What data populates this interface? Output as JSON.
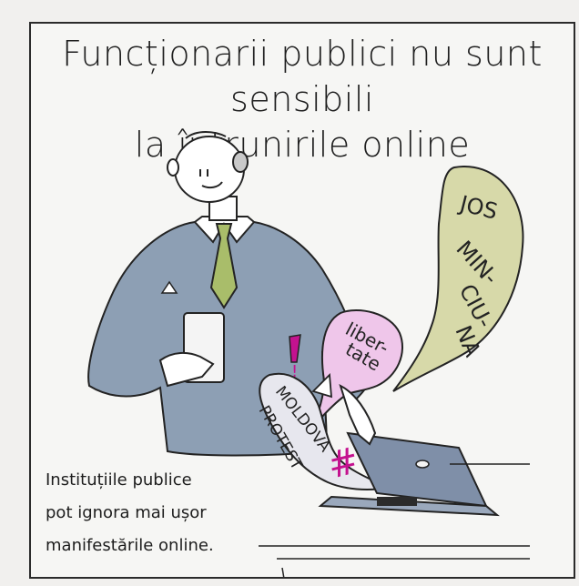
{
  "title": {
    "line1": "Funcționarii publici nu sunt sensibili",
    "line2": "la întrunirile online"
  },
  "bubbles": {
    "big": [
      "JOS",
      "MIN-",
      "CIU-",
      "NA"
    ],
    "pink": [
      "liber-",
      "tate"
    ],
    "white": [
      "MOLDOVA",
      "PROTEST"
    ],
    "hashtag": "#",
    "exclamation": "!"
  },
  "caption": {
    "line1": "Instituțiile publice",
    "line2": "pot ignora mai ușor",
    "line3": "manifestările online."
  },
  "colors": {
    "suit": "#8d9fb4",
    "tie": "#a9bd6a",
    "green_bubble": "#d7d9a9",
    "pink_bubble": "#efc6ea",
    "white_bubble": "#e7e7ee",
    "magenta": "#c4128f",
    "laptop": "#7f8fa8",
    "ink": "#232323"
  }
}
